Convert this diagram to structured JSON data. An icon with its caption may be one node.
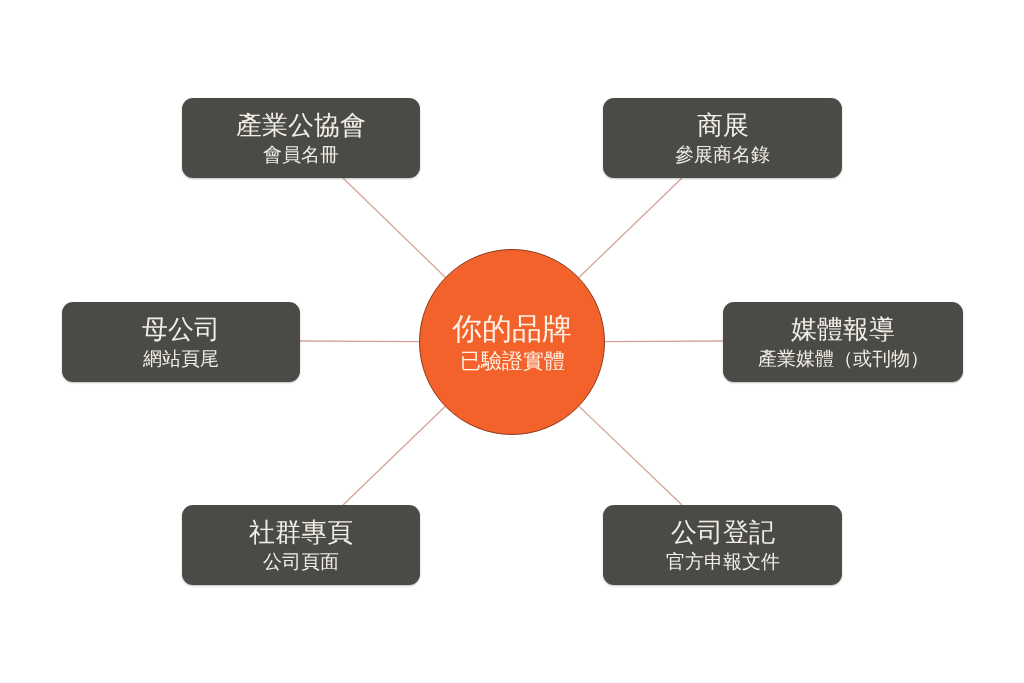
{
  "diagram": {
    "nodes": [
      {
        "text": [
          "產業公協會",
          "會員名冊"
        ]
      },
      {
        "text": [
          "商展",
          "參展商名錄"
        ]
      },
      {
        "text": [
          "母公司",
          "網站頁尾"
        ]
      },
      {
        "text": [
          "你的品牌",
          "已驗證實體"
        ]
      },
      {
        "text": [
          "媒體報導",
          "產業媒體（或刊物）"
        ]
      },
      {
        "text": [
          "社群專頁",
          "公司頁面"
        ]
      },
      {
        "text": [
          "公司登記",
          "官方申報文件"
        ]
      }
    ],
    "edges": [
      {
        "from": 3,
        "to": 0,
        "arrow": "none"
      },
      {
        "from": 3,
        "to": 1,
        "arrow": "none"
      },
      {
        "from": 3,
        "to": 2,
        "arrow": "none"
      },
      {
        "from": 3,
        "to": 4,
        "arrow": "none"
      },
      {
        "from": 3,
        "to": 5,
        "arrow": "none"
      },
      {
        "from": 3,
        "to": 6,
        "arrow": "none"
      }
    ]
  }
}
